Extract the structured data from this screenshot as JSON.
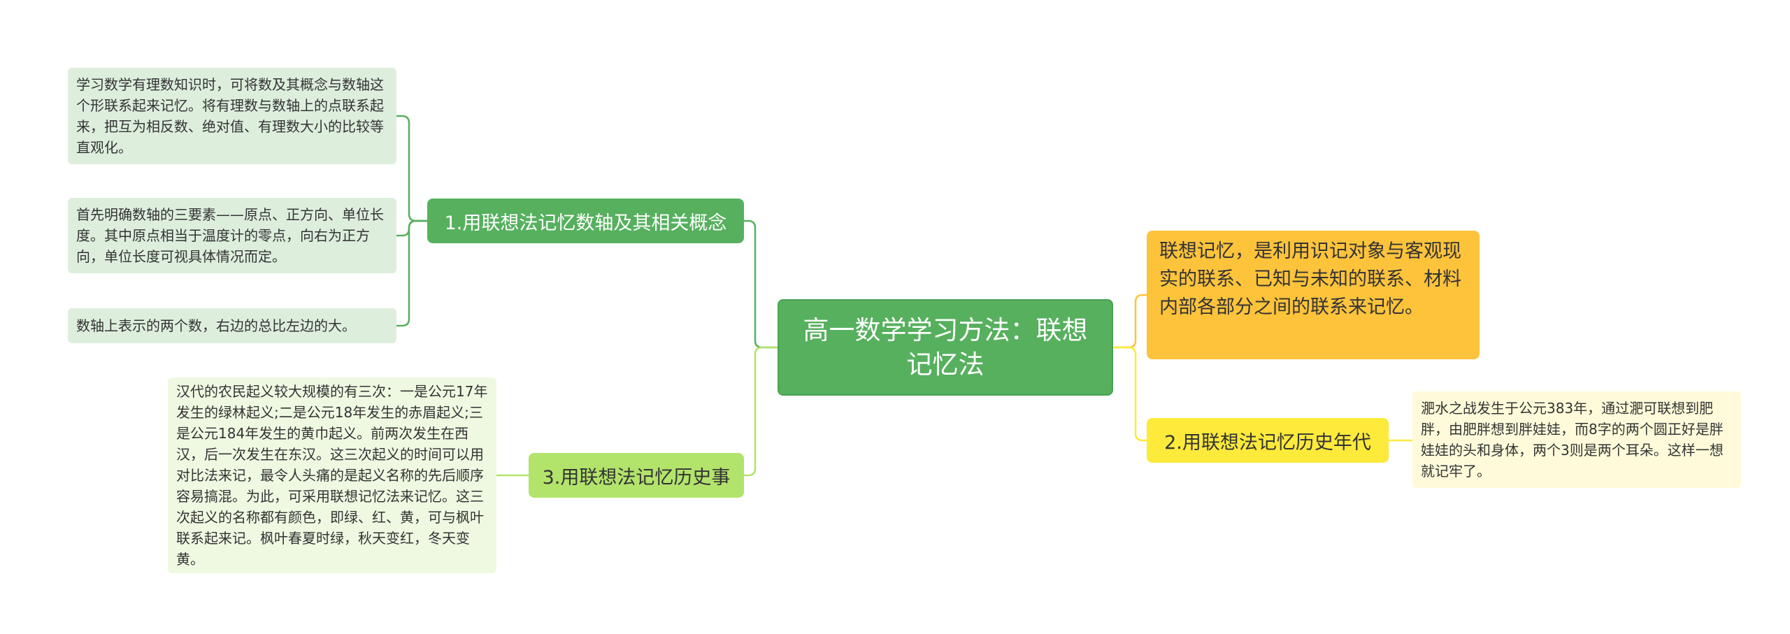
{
  "root": {
    "label": "高一数学学习方法：联想记忆法"
  },
  "branches": [
    {
      "label": "1.用联想法记忆数轴及其相关概念",
      "children": [
        "学习数学有理数知识时，可将数及其概念与数轴这个形联系起来记忆。将有理数与数轴上的点联系起来，把互为相反数、绝对值、有理数大小的比较等直观化。",
        "首先明确数轴的三要素——原点、正方向、单位长度。其中原点相当于温度计的零点，向右为正方向，单位长度可视具体情况而定。",
        "数轴上表示的两个数，右边的总比左边的大。"
      ]
    },
    {
      "label": "3.用联想法记忆历史事",
      "children": [
        "汉代的农民起义较大规模的有三次：一是公元17年发生的绿林起义;二是公元18年发生的赤眉起义;三是公元184年发生的黄巾起义。前两次发生在西汉，后一次发生在东汉。这三次起义的时间可以用对比法来记，最令人头痛的是起义名称的先后顺序容易搞混。为此，可采用联想记忆法来记忆。这三次起义的名称都有颜色，即绿、红、黄，可与枫叶联系起来记。枫叶春夏时绿，秋天变红，冬天变黄。"
      ]
    },
    {
      "label": "联想记忆，是利用识记对象与客观现实的联系、已知与未知的联系、材料内部各部分之间的联系来记忆。",
      "children": []
    },
    {
      "label": "2.用联想法记忆历史年代",
      "children": [
        "淝水之战发生于公元383年，通过淝可联想到肥胖，由肥胖想到胖娃娃，而8字的两个圆正好是胖娃娃的头和身体，两个3则是两个耳朵。这样一想就记牢了。"
      ]
    }
  ],
  "colors": {
    "root": "#56b05e",
    "branch_green": "#56b05e",
    "branch_light_green": "#b2e36b",
    "branch_orange": "#fdc33b",
    "branch_yellow": "#fdea3a",
    "leaf_green": "#ddeedd",
    "leaf_light_green": "#eff9e2",
    "leaf_yellow": "#fffbda"
  }
}
